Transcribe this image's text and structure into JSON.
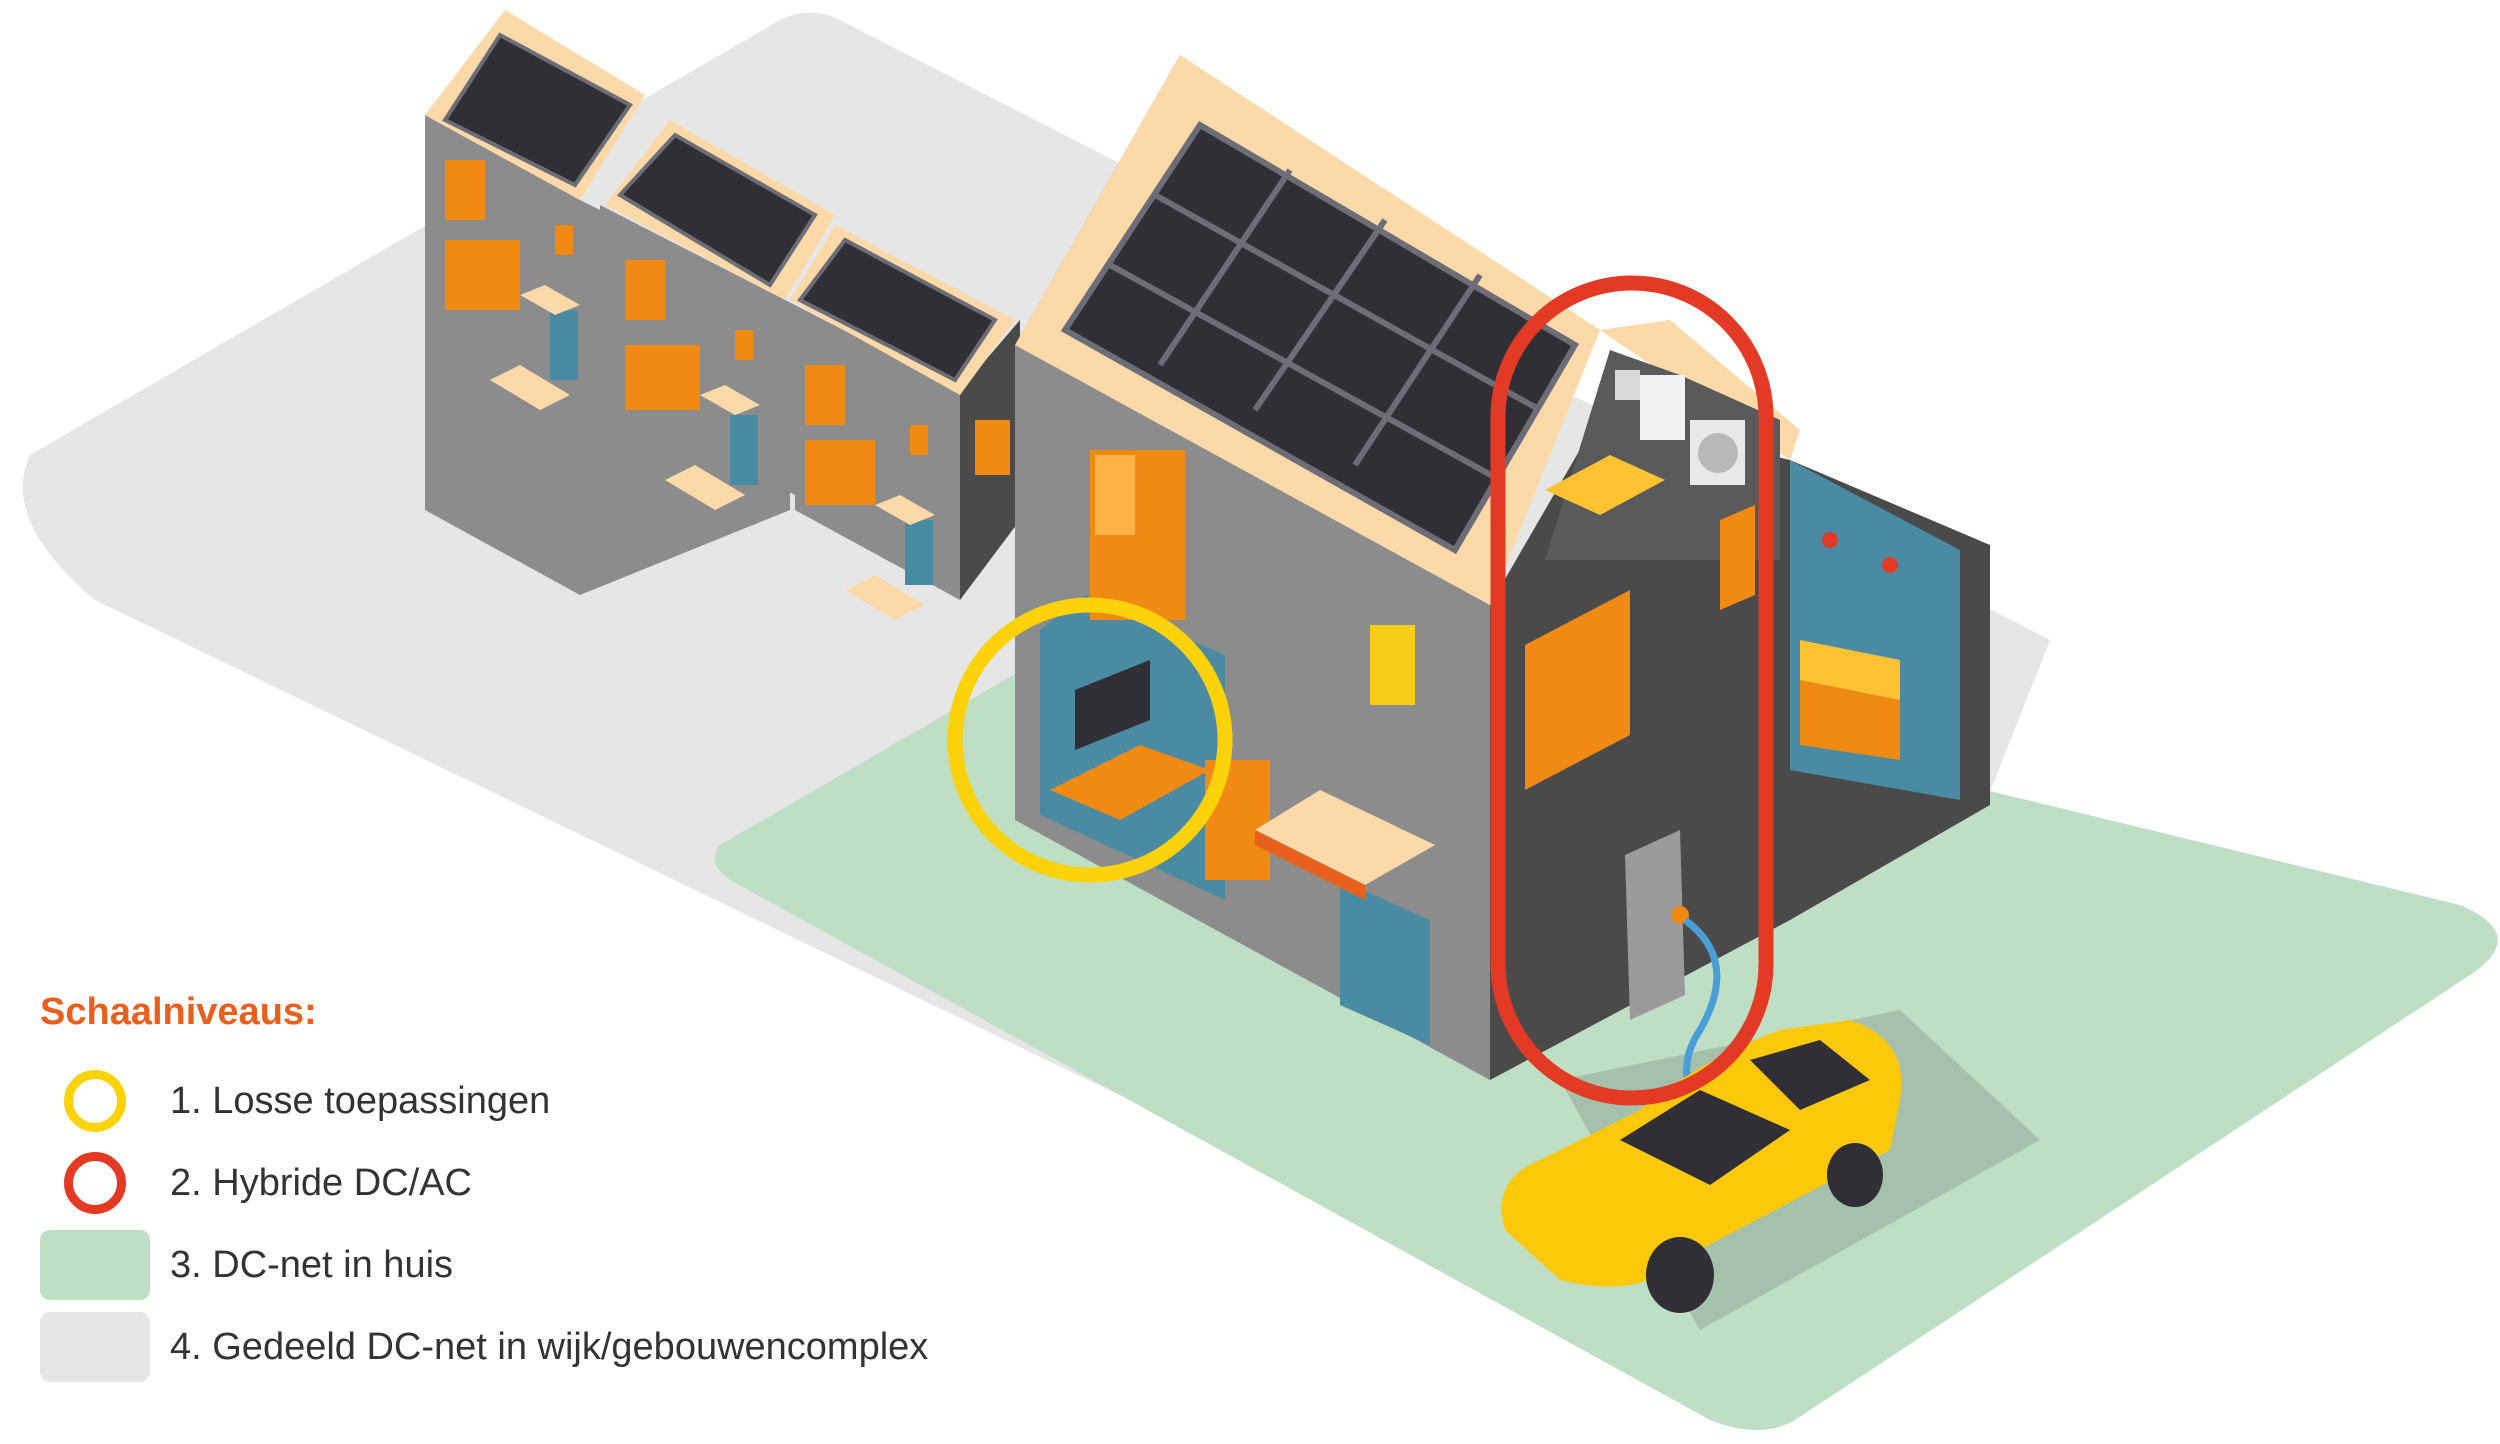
{
  "colors": {
    "ground_neighbourhood": "#e6e6e6",
    "ground_house": "#bedfc4",
    "wall_front": "#8c8c8c",
    "wall_side": "#4a4a4a",
    "roof_edge": "#fcd9a8",
    "solar_panel": "#2f2f35",
    "window_orange": "#f08a12",
    "window_light": "#ffb347",
    "interior_blue": "#4a8ba3",
    "level_1_yellow": "#fcd20a",
    "level_2_red": "#e23a24",
    "car_yellow": "#fcc80a",
    "legend_title": "#e8601e"
  },
  "legend": {
    "title": "Schaalniveaus:",
    "items": [
      {
        "label": "1. Losse toepassingen",
        "swatch": "ring",
        "color": "#fcd20a"
      },
      {
        "label": "2. Hybride DC/AC",
        "swatch": "ring",
        "color": "#e23a24"
      },
      {
        "label": "3. DC-net in huis",
        "swatch": "fill",
        "color": "#bedfc4"
      },
      {
        "label": "4. Gedeeld DC-net in wijk/gebouwencomplex",
        "swatch": "fill",
        "color": "#e6e6e6"
      }
    ]
  },
  "icons": [
    "house-icon",
    "solar-panel-icon",
    "heat-pump-icon",
    "battery-icon",
    "charging-station-icon",
    "electric-car-icon",
    "tv-icon"
  ]
}
